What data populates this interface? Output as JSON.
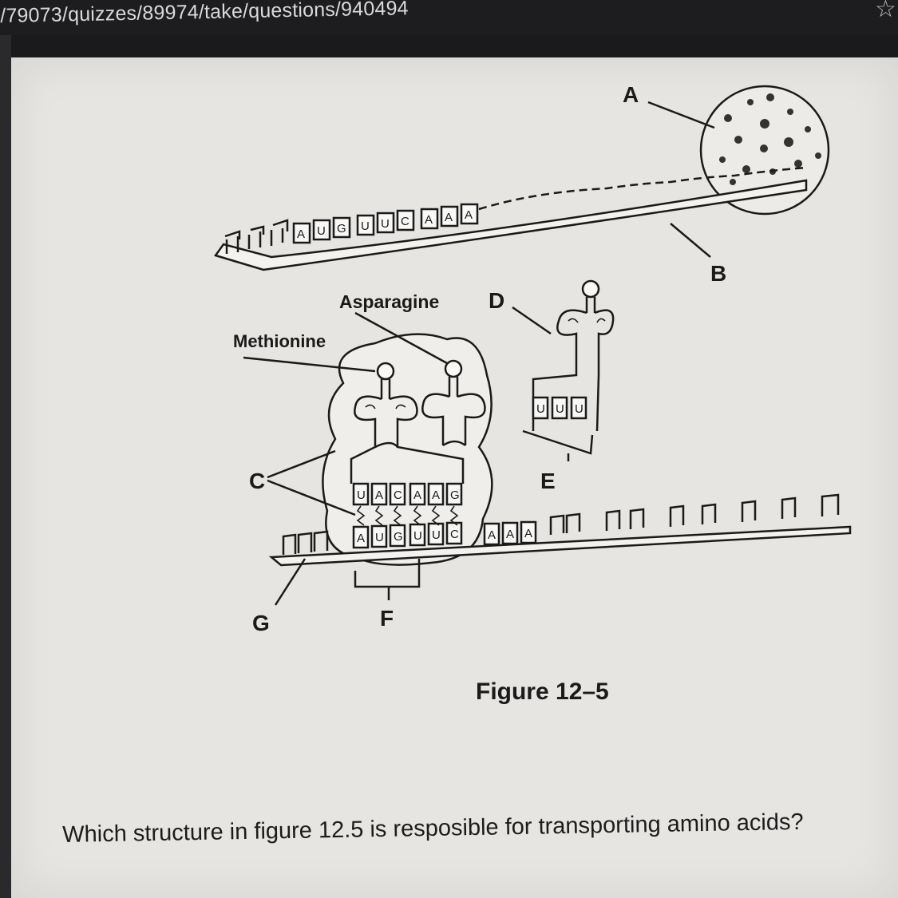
{
  "browser": {
    "url": "/79073/quizzes/89974/take/questions/940494",
    "bookmark_icon": "star-icon"
  },
  "figure": {
    "labels": {
      "A": "A",
      "B": "B",
      "C": "C",
      "D": "D",
      "E": "E",
      "F": "F",
      "G": "G"
    },
    "amino_acids": {
      "asparagine": "Asparagine",
      "methionine": "Methionine"
    },
    "top_mrna_bases": [
      "A",
      "U",
      "G",
      "U",
      "U",
      "C",
      "A",
      "A",
      "A"
    ],
    "lower_mrna_bases": [
      "A",
      "U",
      "G",
      "U",
      "U",
      "C",
      "A",
      "A",
      "A"
    ],
    "anticodon_bases": [
      "U",
      "A",
      "C",
      "A",
      "A",
      "G"
    ],
    "free_trna_bases": [
      "U",
      "U",
      "U"
    ],
    "caption": "Figure 12–5"
  },
  "question": {
    "text": "Which structure in figure 12.5 is resposible for transporting amino acids?"
  }
}
